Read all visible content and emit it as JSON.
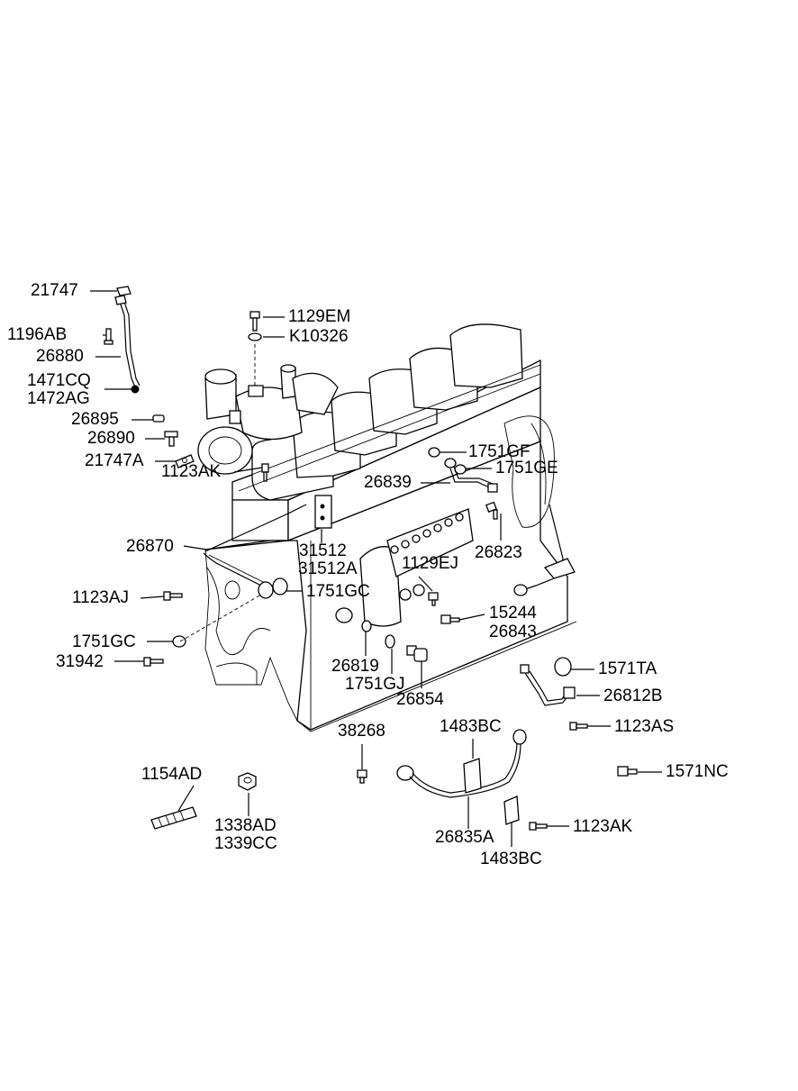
{
  "labels": {
    "l21747": "21747",
    "l1196AB": "1196AB",
    "l26880": "26880",
    "l1471CQ": "1471CQ",
    "l1472AG": "1472AG",
    "l26895": "26895",
    "l26890": "26890",
    "l21747A": "21747A",
    "l1123AK_a": "1123AK",
    "l1129EM": "1129EM",
    "lK10326": "K10326",
    "l1751GF": "1751GF",
    "l1751GE": "1751GE",
    "l26839": "26839",
    "l26823": "26823",
    "l26870": "26870",
    "l31512": "31512",
    "l31512A": "31512A",
    "l1129EJ": "1129EJ",
    "l1123AJ": "1123AJ",
    "l1751GC_a": "1751GC",
    "l1751GC_b": "1751GC",
    "l31942": "31942",
    "l15244": "15244",
    "l26843": "26843",
    "l26819": "26819",
    "l1751GJ": "1751GJ",
    "l26854": "26854",
    "l1571TA": "1571TA",
    "l26812B": "26812B",
    "l1123AS": "1123AS",
    "l38268": "38268",
    "l1483BC_a": "1483BC",
    "l1154AD": "1154AD",
    "l1338AD": "1338AD",
    "l1339CC": "1339CC",
    "l1571NC": "1571NC",
    "l1123AK_b": "1123AK",
    "l26835A": "26835A",
    "l1483BC_b": "1483BC"
  }
}
